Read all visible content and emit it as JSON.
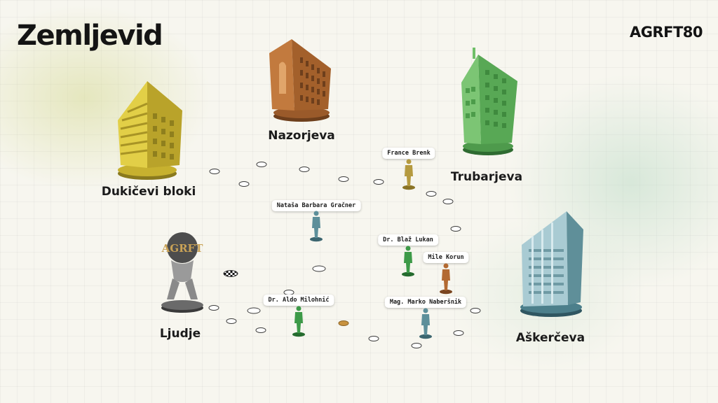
{
  "header": {
    "title": "Zemljevid",
    "brand": "AGRFT80"
  },
  "locations": [
    {
      "label": "Dukičevi bloki",
      "color": "#d9c43c"
    },
    {
      "label": "Nazorjeva",
      "color": "#b36a32"
    },
    {
      "label": "Trubarjeva",
      "color": "#5fae5a"
    },
    {
      "label": "Ljudje",
      "color": "#8a8a8a",
      "logo_text": "AGRFT"
    },
    {
      "label": "Aškerčeva",
      "color": "#5d8f9a"
    }
  ],
  "people": [
    {
      "name": "France Brenk",
      "color": "#b59a3f"
    },
    {
      "name": "Nataša Barbara Gračner",
      "color": "#5d8f9a"
    },
    {
      "name": "Dr. Blaž Lukan",
      "color": "#3d9a48"
    },
    {
      "name": "Mile Korun",
      "color": "#b36a32"
    },
    {
      "name": "Dr. Aldo Milohnić",
      "color": "#3d9a48"
    },
    {
      "name": "Mag. Marko Naberšnik",
      "color": "#5d8f9a"
    }
  ]
}
